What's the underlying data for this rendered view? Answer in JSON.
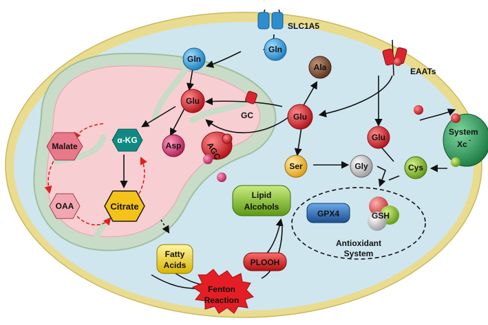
{
  "transporters": {
    "slc1a5": "SLC1A5",
    "eaats": "EAATs",
    "system_xc": "System",
    "system_xc_line2": "Xc",
    "system_xc_sup": "-",
    "gc": "GC",
    "agc": "AGC"
  },
  "metabolites": {
    "gln_cyto": "Gln",
    "gln_mito": "Gln",
    "glu_mito": "Glu",
    "glu_cyto": "Glu",
    "glu_right": "Glu",
    "ala": "Ala",
    "asp": "Asp",
    "ser": "Ser",
    "gly": "Gly",
    "cys": "Cys",
    "akg": "α-KG",
    "malate": "Malate",
    "oaa": "OAA",
    "citrate": "Citrate",
    "fatty_acids_1": "Fatty",
    "fatty_acids_2": "Acids",
    "plooh": "PLOOH",
    "lipid_alcohols_1": "Lipid",
    "lipid_alcohols_2": "Alcohols",
    "gpx4": "GPX4",
    "gsh": "GSH"
  },
  "processes": {
    "fenton_1": "Fenton",
    "fenton_2": "Reaction",
    "antioxidant_1": "Antioxidant",
    "antioxidant_2": "System"
  },
  "colors": {
    "membrane": "#e9dc8f",
    "cytoplasm": "#cfe6ee",
    "mito_inner": "#f7cfd3",
    "mito_membrane": "#c8dcc8",
    "gln": "#3aa6dd",
    "glu": "#d9252f",
    "ala": "#7a4b33",
    "asp": "#d2366a",
    "ser": "#f0b43a",
    "gly": "#bfbfbf",
    "cys": "#8cc028",
    "akg": "#0f8a82",
    "malate": "#e8788a",
    "citrate": "#f5c21a",
    "fatty": "#f0d81c",
    "plooh": "#e02020",
    "lipid": "#80c030",
    "gpx4": "#2a6fb7",
    "fenton": "#e51e25",
    "system_xc": "#2a9a58"
  }
}
